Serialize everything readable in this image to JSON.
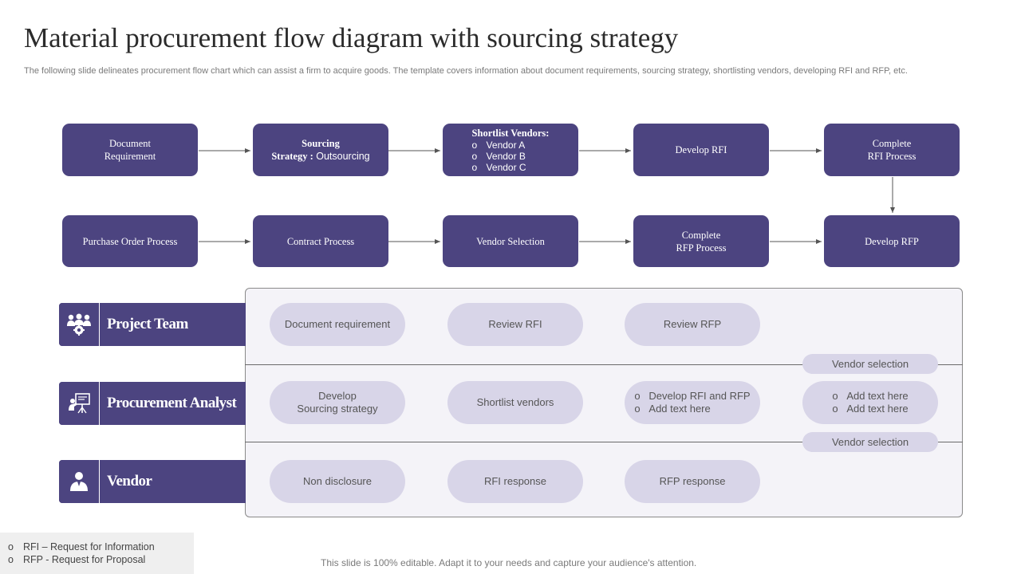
{
  "title": "Material procurement flow diagram with sourcing strategy",
  "subtitle": "The following slide delineates procurement flow chart which can assist a firm to acquire goods. The template covers information about document requirements, sourcing strategy, shortlisting vendors, developing RFI and RFP, etc.",
  "flow": {
    "row1": {
      "document_requirement": [
        "Document",
        "Requirement"
      ],
      "sourcing": {
        "line1": "Sourcing",
        "line2_bold": "Strategy :",
        "line2_rest": " Outsourcing"
      },
      "shortlist": {
        "heading": "Shortlist Vendors:",
        "items": [
          "Vendor A",
          "Vendor B",
          "Vendor C"
        ]
      },
      "develop_rfi": "Develop RFI",
      "complete_rfi": [
        "Complete",
        "RFI Process"
      ]
    },
    "row2": {
      "purchase_order": "Purchase Order Process",
      "contract": "Contract Process",
      "vendor_selection": "Vendor Selection",
      "complete_rfp": [
        "Complete",
        "RFP Process"
      ],
      "develop_rfp": "Develop RFP"
    }
  },
  "roles": {
    "project_team": {
      "label": "Project Team",
      "icon": "team-icon",
      "tasks": [
        "Document requirement",
        "Review  RFI",
        "Review  RFP"
      ]
    },
    "procurement_analyst": {
      "label": "Procurement Analyst",
      "icon": "presentation-icon",
      "tasks": {
        "develop_sourcing": [
          "Develop",
          "Sourcing strategy"
        ],
        "shortlist": "Shortlist vendors",
        "rfi_rfp_list": [
          "Develop  RFI and RFP",
          "Add text here"
        ],
        "add_text_list": [
          "Add text here",
          "Add text here"
        ]
      }
    },
    "vendor": {
      "label": "Vendor",
      "icon": "vendor-person-icon",
      "tasks": [
        "Non disclosure",
        "RFI response",
        "RFP response"
      ]
    }
  },
  "vendor_selection_tags": [
    "Vendor selection",
    "Vendor selection"
  ],
  "legend": [
    "RFI – Request for Information",
    "RFP -  Request for Proposal"
  ],
  "footer": "This slide is 100% editable. Adapt it to your needs and capture your audience's attention.",
  "colors": {
    "primary": "#4c4480",
    "pill": "#d8d5e8",
    "panel": "#f4f3f8"
  }
}
